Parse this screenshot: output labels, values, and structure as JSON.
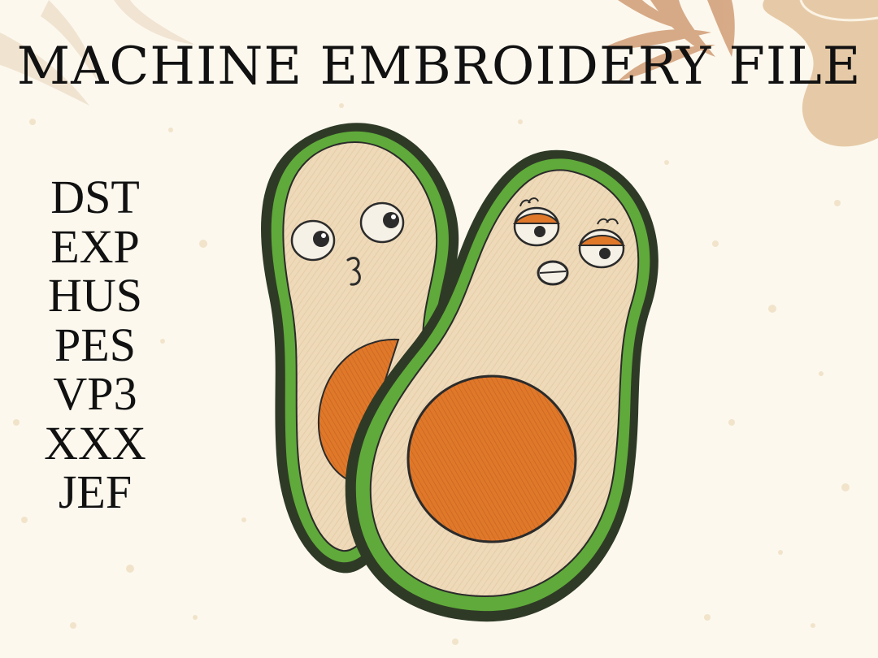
{
  "title": "MACHINE EMBROIDERY FILE",
  "formats": [
    "DST",
    "EXP",
    "HUS",
    "PES",
    "VP3",
    "XXX",
    "JEF"
  ],
  "illustration": {
    "subject": "two embroidered avocado halves with faces",
    "colors": {
      "background": "#fcf8ee",
      "speckle": "#f1e4c8",
      "leaf": "#d9b18c",
      "blob": "#e2c29a",
      "avocado_skin": "#5faa3a",
      "avocado_skin_dark": "#2f3a26",
      "avocado_flesh": "#eed9b8",
      "pit": "#e0782a",
      "outline": "#2b2b2b"
    }
  }
}
